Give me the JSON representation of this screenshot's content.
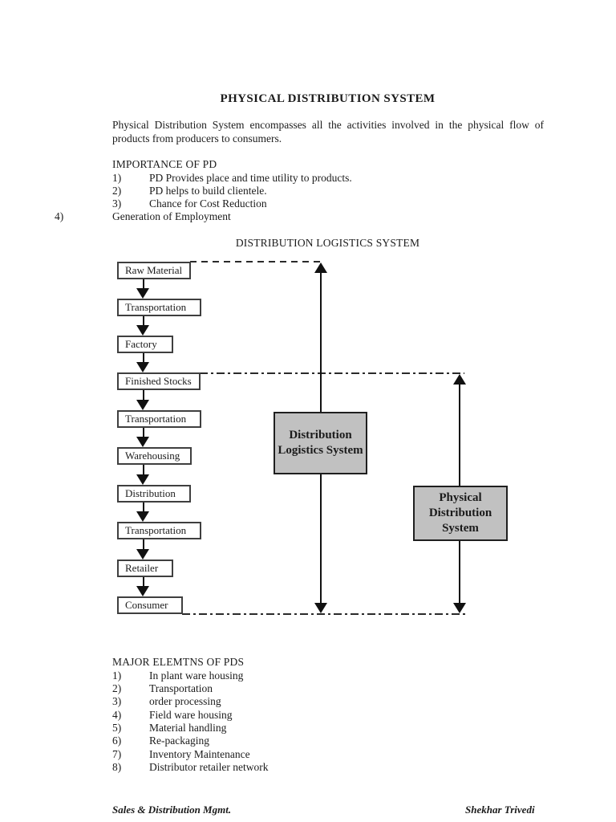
{
  "page": {
    "title": "PHYSICAL DISTRIBUTION SYSTEM",
    "intro": "Physical Distribution System encompasses all the activities involved in the physical flow of products from producers to consumers."
  },
  "importance": {
    "heading": "IMPORTANCE OF PD",
    "items": [
      {
        "num": "1)",
        "text": "PD Provides place and time utility to products."
      },
      {
        "num": "2)",
        "text": "PD helps to build clientele."
      },
      {
        "num": "3)",
        "text": "Chance for Cost Reduction"
      }
    ],
    "item4": {
      "num": "4)",
      "text": "Generation of Employment"
    }
  },
  "diagram": {
    "heading": "DISTRIBUTION LOGISTICS SYSTEM",
    "flow_boxes": [
      "Raw Material",
      "Transportation",
      "Factory",
      "Finished Stocks",
      "Transportation",
      "Warehousing",
      "Distribution",
      "Transportation",
      "Retailer",
      "Consumer"
    ],
    "dls_label": "Distribution Logistics System",
    "pds_label": "Physical Distribution System",
    "gray_fill": "#c1c1c1",
    "line_color": "#111111"
  },
  "elements": {
    "heading": "MAJOR ELEMTNS OF PDS",
    "items": [
      {
        "num": "1)",
        "text": "In plant ware housing"
      },
      {
        "num": "2)",
        "text": "Transportation"
      },
      {
        "num": "3)",
        "text": "order processing"
      },
      {
        "num": "4)",
        "text": "Field ware housing"
      },
      {
        "num": "5)",
        "text": "Material handling"
      },
      {
        "num": "6)",
        "text": "Re-packaging"
      },
      {
        "num": "7)",
        "text": "Inventory Maintenance"
      },
      {
        "num": "8)",
        "text": "Distributor retailer network"
      }
    ]
  },
  "footer": {
    "left": "Sales & Distribution Mgmt.",
    "right": "Shekhar Trivedi"
  }
}
